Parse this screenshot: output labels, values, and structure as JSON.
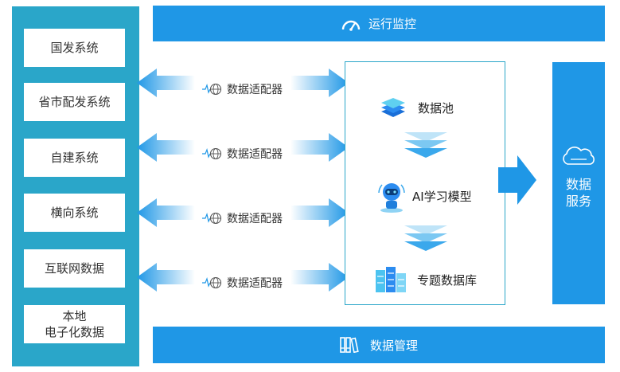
{
  "monitor": {
    "label": "运行监控"
  },
  "data_mgmt": {
    "label": "数据管理"
  },
  "systems": [
    {
      "label": "国发系统"
    },
    {
      "label": "省市配发系统"
    },
    {
      "label": "自建系统"
    },
    {
      "label": "横向系统"
    },
    {
      "label": "互联网数据"
    },
    {
      "label": "本地\n电子化数据"
    }
  ],
  "adapters": [
    {
      "label": "数据适配器"
    },
    {
      "label": "数据适配器"
    },
    {
      "label": "数据适配器"
    },
    {
      "label": "数据适配器"
    }
  ],
  "pool": {
    "data_pool": "数据池",
    "ai_model": "AI学习模型",
    "topic_db": "专题数据库"
  },
  "service": {
    "line1": "数据",
    "line2": "服务"
  },
  "colors": {
    "accent": "#1f97e6",
    "panel": "#2aa6c9"
  }
}
